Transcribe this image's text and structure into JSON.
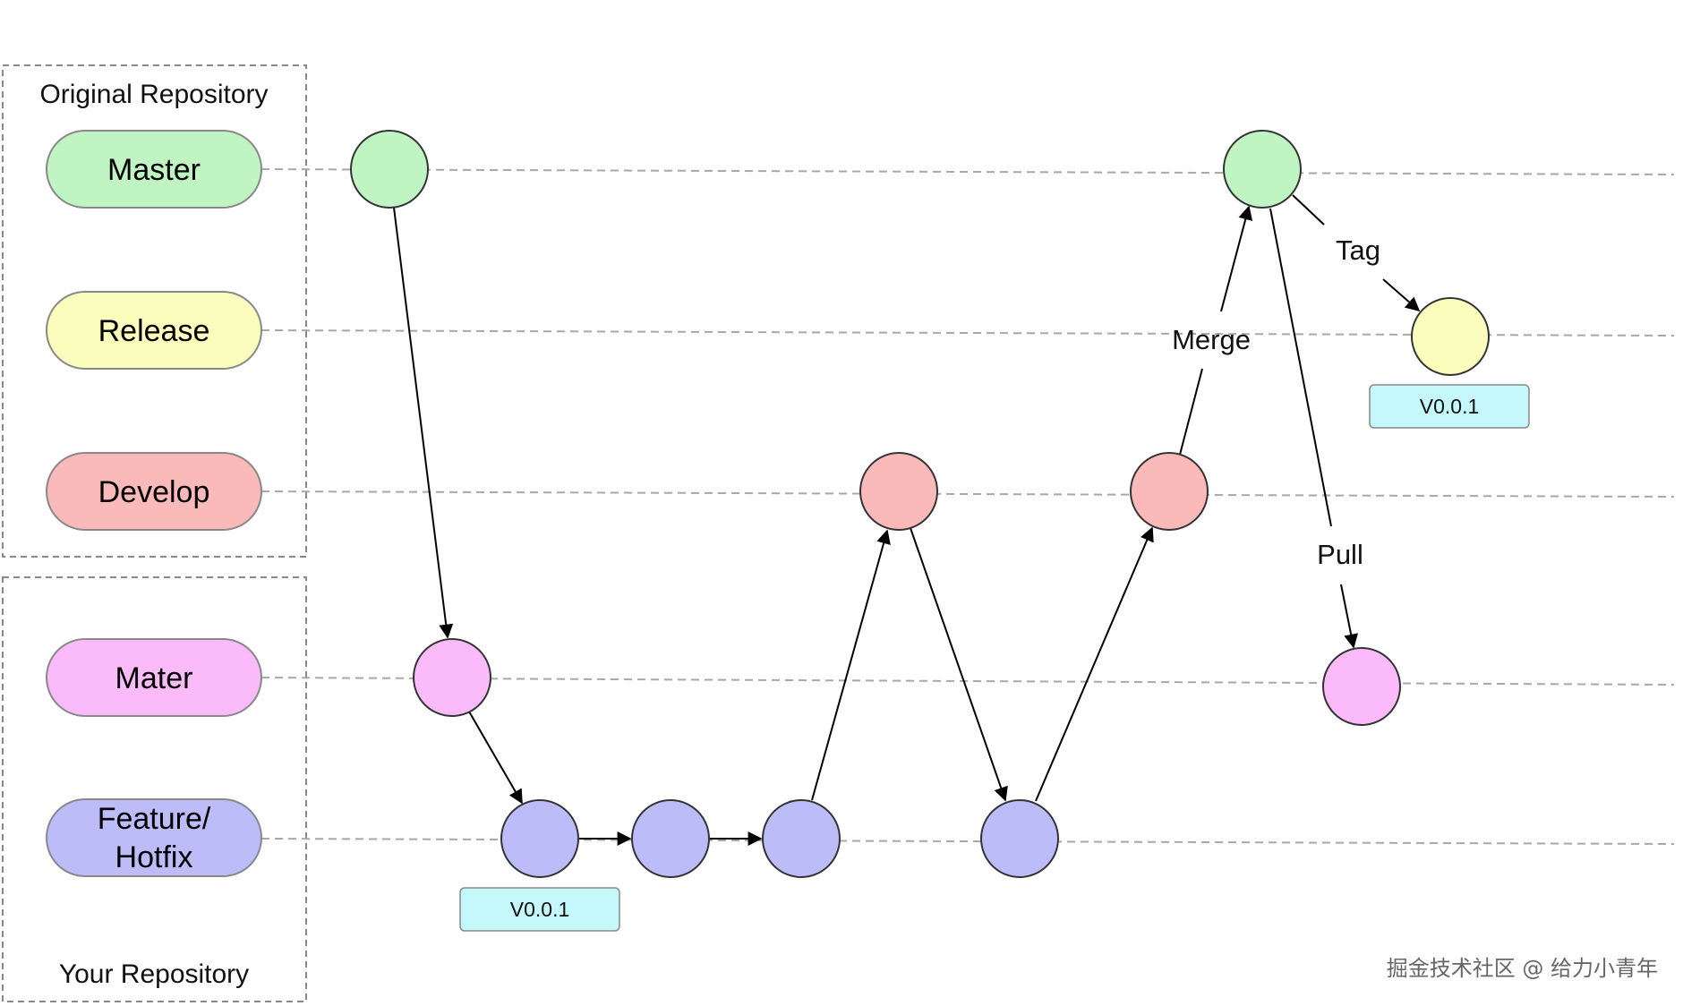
{
  "groups": {
    "original": {
      "title": "Original Repository"
    },
    "yours": {
      "title": "Your Repository"
    }
  },
  "lanes": [
    {
      "id": "master",
      "label": "Master",
      "color": "#c0f5c3"
    },
    {
      "id": "release",
      "label": "Release",
      "color": "#fbfdbd"
    },
    {
      "id": "develop",
      "label": "Develop",
      "color": "#fbbaba"
    },
    {
      "id": "mater",
      "label": "Mater",
      "color": "#fbbbfb"
    },
    {
      "id": "feature",
      "label": "Feature/\nHotfix",
      "color": "#bcbcf9"
    }
  ],
  "edges": {
    "tag": "Tag",
    "merge": "Merge",
    "pull": "Pull"
  },
  "tags": {
    "feature_version": "V0.0.1",
    "release_version": "V0.0.1",
    "tag_fill": "#c5f8fb"
  },
  "watermark": "掘金技术社区 @ 给力小青年"
}
